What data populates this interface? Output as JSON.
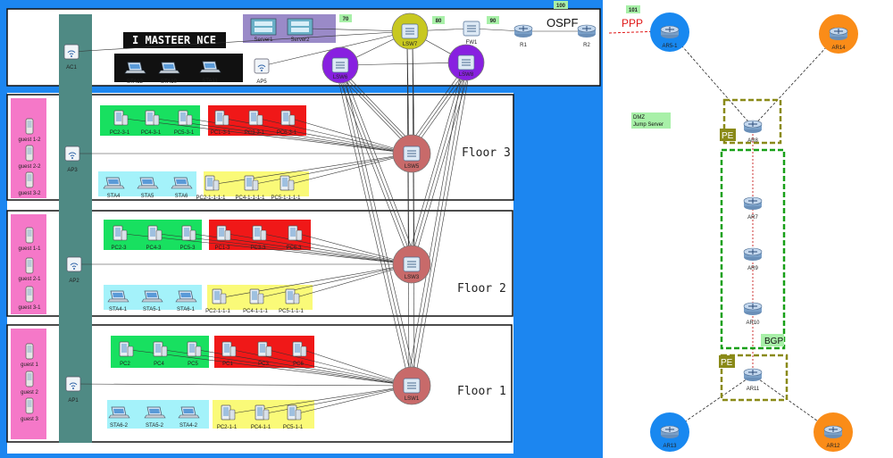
{
  "title": "I MASTEER NCE",
  "floors": {
    "f3": "Floor 3",
    "f2": "Floor 2",
    "f1": "Floor 1"
  },
  "protocols": {
    "ospf": "OSPF",
    "ppp": "PPP",
    "bgp": "BGP",
    "pe_top": "PE",
    "pe_bottom": "PE"
  },
  "dmz": {
    "line1": "DMZ",
    "line2": "Jump Server"
  },
  "vlan_tags": {
    "t70": "70",
    "t80": "80",
    "t90": "90",
    "t100": "100",
    "t101": "101"
  },
  "devices": {
    "ac1": "AC1",
    "ap5": "AP5",
    "ap3": "AP3",
    "ap2": "AP2",
    "ap1": "AP1",
    "server1": "Server1",
    "server2": "Server2",
    "lsw7": "LSW7",
    "lsw6": "LSW6",
    "lsw8": "LSW8",
    "lsw5": "LSW5",
    "lsw3": "LSW3",
    "lsw1": "LSW1",
    "fw1": "FW1",
    "r1": "R1",
    "r2": "R2",
    "ar5": "AR5-1",
    "ar14": "AR14",
    "ar8": "AR8",
    "ar7": "AR7",
    "ar9": "AR9",
    "ar10": "AR10",
    "ar11": "AR11",
    "ar13": "AR13",
    "ar12": "AR12"
  },
  "stations_top": [
    "STA12",
    "STA10",
    "STA11"
  ],
  "guests": {
    "f3": [
      "guest 1-2",
      "guest 2-2",
      "guest 3-2"
    ],
    "f2": [
      "guest 1-1",
      "guest 2-1",
      "guest 3-1"
    ],
    "f1": [
      "guest 1",
      "guest 2",
      "guest 3"
    ]
  },
  "floor3": {
    "green": [
      "PC2-3-1",
      "PC4-3-1",
      "PC5-3-1"
    ],
    "red": [
      "PC1-3-1",
      "PC3-3-1",
      "PC6-3-1"
    ],
    "cyan": [
      "STA4",
      "STA5",
      "STA6"
    ],
    "yellow": [
      "PC2-1-1-1-1",
      "PC4-1-1-1-1",
      "PC5-1-1-1-1"
    ]
  },
  "floor2": {
    "green": [
      "PC2-3",
      "PC4-3",
      "PC5-3"
    ],
    "red": [
      "PC1-3",
      "PC3-3",
      "PC6-3"
    ],
    "cyan": [
      "STA4-1",
      "STA5-1",
      "STA6-1"
    ],
    "yellow": [
      "PC2-1-1-1",
      "PC4-1-1-1",
      "PC5-1-1-1"
    ]
  },
  "floor1": {
    "green": [
      "PC2",
      "PC4",
      "PC5"
    ],
    "red": [
      "PC1",
      "PC3",
      "PC6"
    ],
    "cyan": [
      "STA6-2",
      "STA5-2",
      "STA4-2"
    ],
    "yellow": [
      "PC2-1-1",
      "PC4-1-1",
      "PC5-1-1"
    ]
  },
  "colors": {
    "blue_bg": "#1c86f0",
    "teal_bar": "#4f8a84",
    "pink": "#f578c8",
    "green": "#18e060",
    "red": "#f01818",
    "cyan": "#a4f2fa",
    "yellow": "#fafa78",
    "orange": "#fa8c18",
    "router_blue": "#1888f0",
    "olive": "#8a8a18",
    "dashed_green": "#18a018"
  }
}
